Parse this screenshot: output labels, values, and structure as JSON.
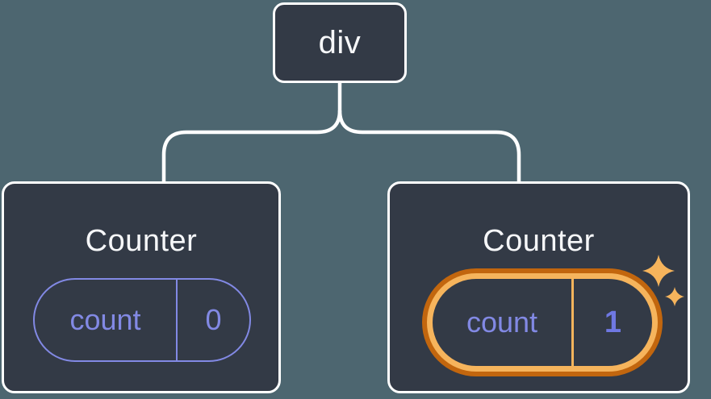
{
  "colors": {
    "bg": "#4D6670",
    "card_bg": "#333A46",
    "line_white": "#FFFFFF",
    "text_white": "#F6F7F9",
    "purple": "#8289E4",
    "purple_strong": "#6F78E3",
    "orange_dark": "#C2660E",
    "orange_light": "#F6B45C"
  },
  "tree": {
    "root": {
      "label": "div"
    },
    "children": [
      {
        "title": "Counter",
        "state": {
          "label": "count",
          "value": "0"
        },
        "highlighted": false
      },
      {
        "title": "Counter",
        "state": {
          "label": "count",
          "value": "1"
        },
        "highlighted": true
      }
    ]
  },
  "icons": {
    "sparkles": "sparkle-stars"
  }
}
